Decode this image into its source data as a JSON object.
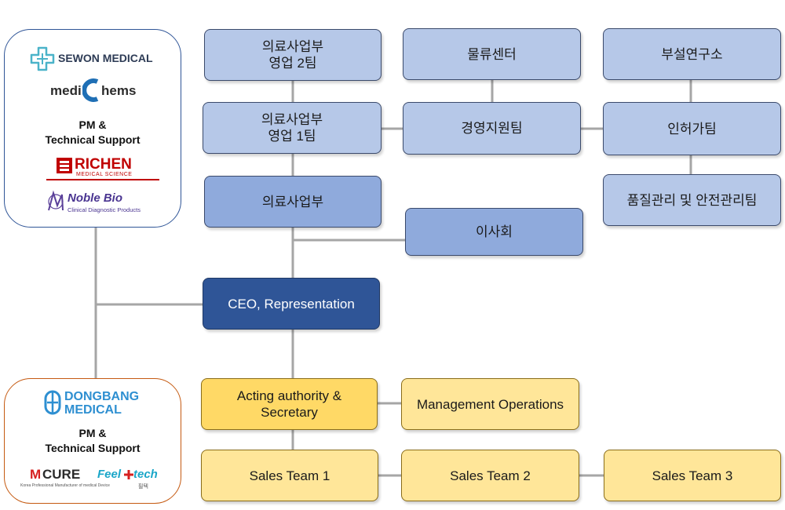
{
  "top_partners": {
    "logos": {
      "sewon": "SEWON MEDICAL",
      "medichems": [
        "medi",
        "hems"
      ],
      "richen": "RICHEN",
      "richen_sub": "MEDICAL SCIENCE",
      "noblebio": "Noble Bio",
      "noblebio_sub": "Clinical Diagnostic Products"
    },
    "pm_support": "PM &\nTechnical Support"
  },
  "bottom_partners": {
    "logos": {
      "dongbang": [
        "DONGBANG",
        "MEDICAL"
      ],
      "mcure": "CURE",
      "mcure_m": "M",
      "mcure_sub": "Korea Professional Manufacturer of medical Device",
      "feeltech": [
        "Feel",
        "tech"
      ],
      "feeltech_sub": "필텍"
    },
    "pm_support": "PM &\nTechnical Support"
  },
  "org": {
    "sales1_team": "의료사업부\n영업 2팀",
    "logistics": "물류센터",
    "research": "부설연구소",
    "sales2_team": "의료사업부\n영업 1팀",
    "management": "경영지원팀",
    "licensing": "인허가팀",
    "quality": "품질관리 및 안전관리팀",
    "medical_div": "의료사업부",
    "board": "이사회",
    "ceo": "CEO, Representation",
    "acting": "Acting authority &\nSecretary",
    "mgmt_ops": "Management Operations",
    "sales_team_1": "Sales Team 1",
    "sales_team_2": "Sales Team 2",
    "sales_team_3": "Sales Team 3"
  },
  "colors": {
    "line": "#a6a6a6",
    "korean_light": "#b6c8e8",
    "korean_mid": "#8faadc",
    "ceo": "#2f5597",
    "acting": "#ffd966",
    "english_team": "#ffe699",
    "partner_border_top": "#2f5597",
    "partner_border_bottom": "#c55a11"
  }
}
